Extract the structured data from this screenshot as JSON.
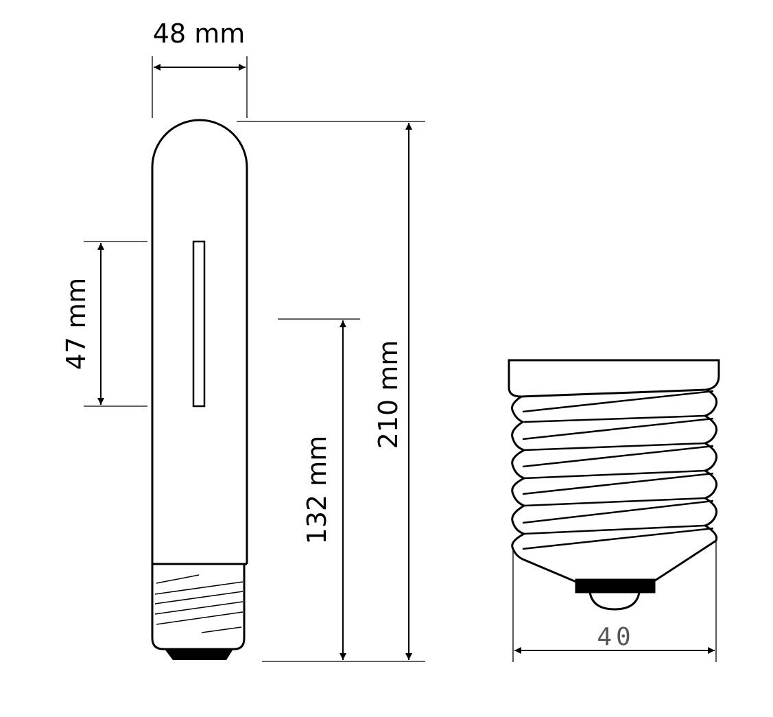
{
  "colors": {
    "stroke": "#000000",
    "thin_line": "#555555",
    "background": "#ffffff"
  },
  "labels": {
    "diameter": "48 mm",
    "arc_length": "47 mm",
    "light_center": "132 mm",
    "overall_length": "210 mm",
    "base_width": "40"
  }
}
